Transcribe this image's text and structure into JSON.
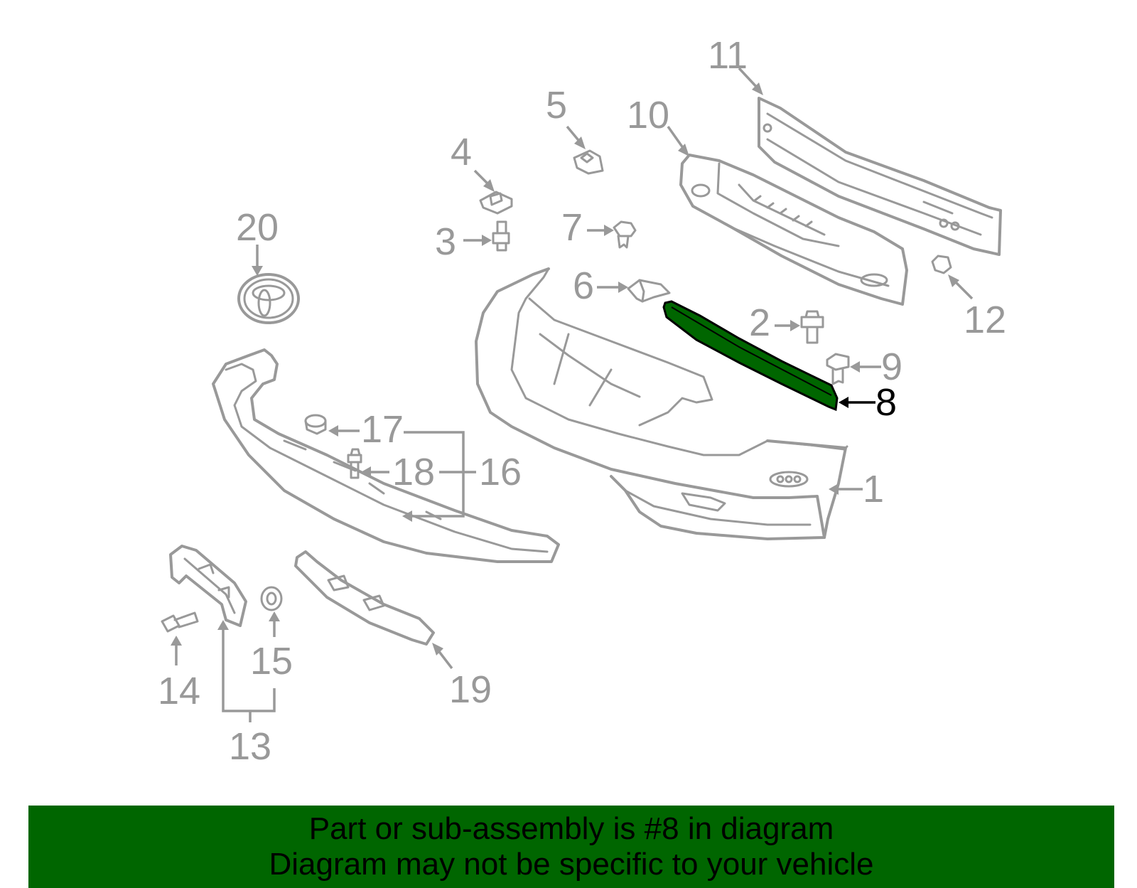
{
  "diagram": {
    "highlight_color": "#006600",
    "callouts": [
      {
        "id": "c1",
        "label": "1"
      },
      {
        "id": "c2",
        "label": "2"
      },
      {
        "id": "c3",
        "label": "3"
      },
      {
        "id": "c4",
        "label": "4"
      },
      {
        "id": "c5",
        "label": "5"
      },
      {
        "id": "c6",
        "label": "6"
      },
      {
        "id": "c7",
        "label": "7"
      },
      {
        "id": "c8",
        "label": "8"
      },
      {
        "id": "c9",
        "label": "9"
      },
      {
        "id": "c10",
        "label": "10"
      },
      {
        "id": "c11",
        "label": "11"
      },
      {
        "id": "c12",
        "label": "12"
      },
      {
        "id": "c13",
        "label": "13"
      },
      {
        "id": "c14",
        "label": "14"
      },
      {
        "id": "c15",
        "label": "15"
      },
      {
        "id": "c16",
        "label": "16"
      },
      {
        "id": "c17",
        "label": "17"
      },
      {
        "id": "c18",
        "label": "18"
      },
      {
        "id": "c19",
        "label": "19"
      },
      {
        "id": "c20",
        "label": "20"
      }
    ]
  },
  "banner": {
    "line1": "Part or sub-assembly is #8 in diagram",
    "line2": "Diagram may not be specific to your vehicle",
    "background": "#006600"
  }
}
